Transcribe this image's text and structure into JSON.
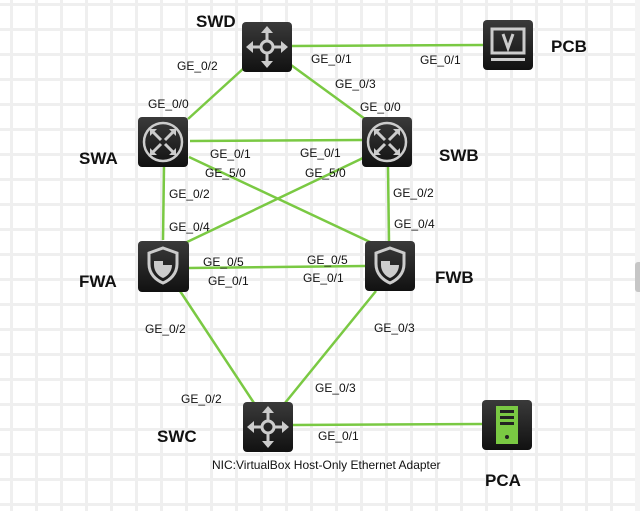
{
  "link_color": "#7ac943",
  "nodes": [
    {
      "id": "SWD",
      "type": "router-icon"
    },
    {
      "id": "PCB",
      "type": "monitor-icon"
    },
    {
      "id": "SWA",
      "type": "switch-icon"
    },
    {
      "id": "SWB",
      "type": "switch-icon"
    },
    {
      "id": "FWA",
      "type": "firewall-icon"
    },
    {
      "id": "FWB",
      "type": "firewall-icon"
    },
    {
      "id": "SWC",
      "type": "router-icon"
    },
    {
      "id": "PCA",
      "type": "host-icon"
    }
  ],
  "labels": {
    "swd_ge02": "GE_0/2",
    "swd_ge01": "GE_0/1",
    "swd_ge03": "GE_0/3",
    "pcb_ge01": "GE_0/1",
    "swa_ge00": "GE_0/0",
    "swa_ge01": "GE_0/1",
    "swa_ge50": "GE_5/0",
    "swa_ge02": "GE_0/2",
    "swb_ge00": "GE_0/0",
    "swb_ge01": "GE_0/1",
    "swb_ge50": "GE_5/0",
    "swb_ge02": "GE_0/2",
    "fwa_ge04": "GE_0/4",
    "fwa_ge05": "GE_0/5",
    "fwa_ge01": "GE_0/1",
    "fwa_ge02": "GE_0/2",
    "fwb_ge04": "GE_0/4",
    "fwb_ge05": "GE_0/5",
    "fwb_ge01": "GE_0/1",
    "fwb_ge03": "GE_0/3",
    "swc_ge02": "GE_0/2",
    "swc_ge03": "GE_0/3",
    "swc_ge01": "GE_0/1",
    "pca_nic": "NIC:VirtualBox Host-Only Ethernet Adapter"
  }
}
